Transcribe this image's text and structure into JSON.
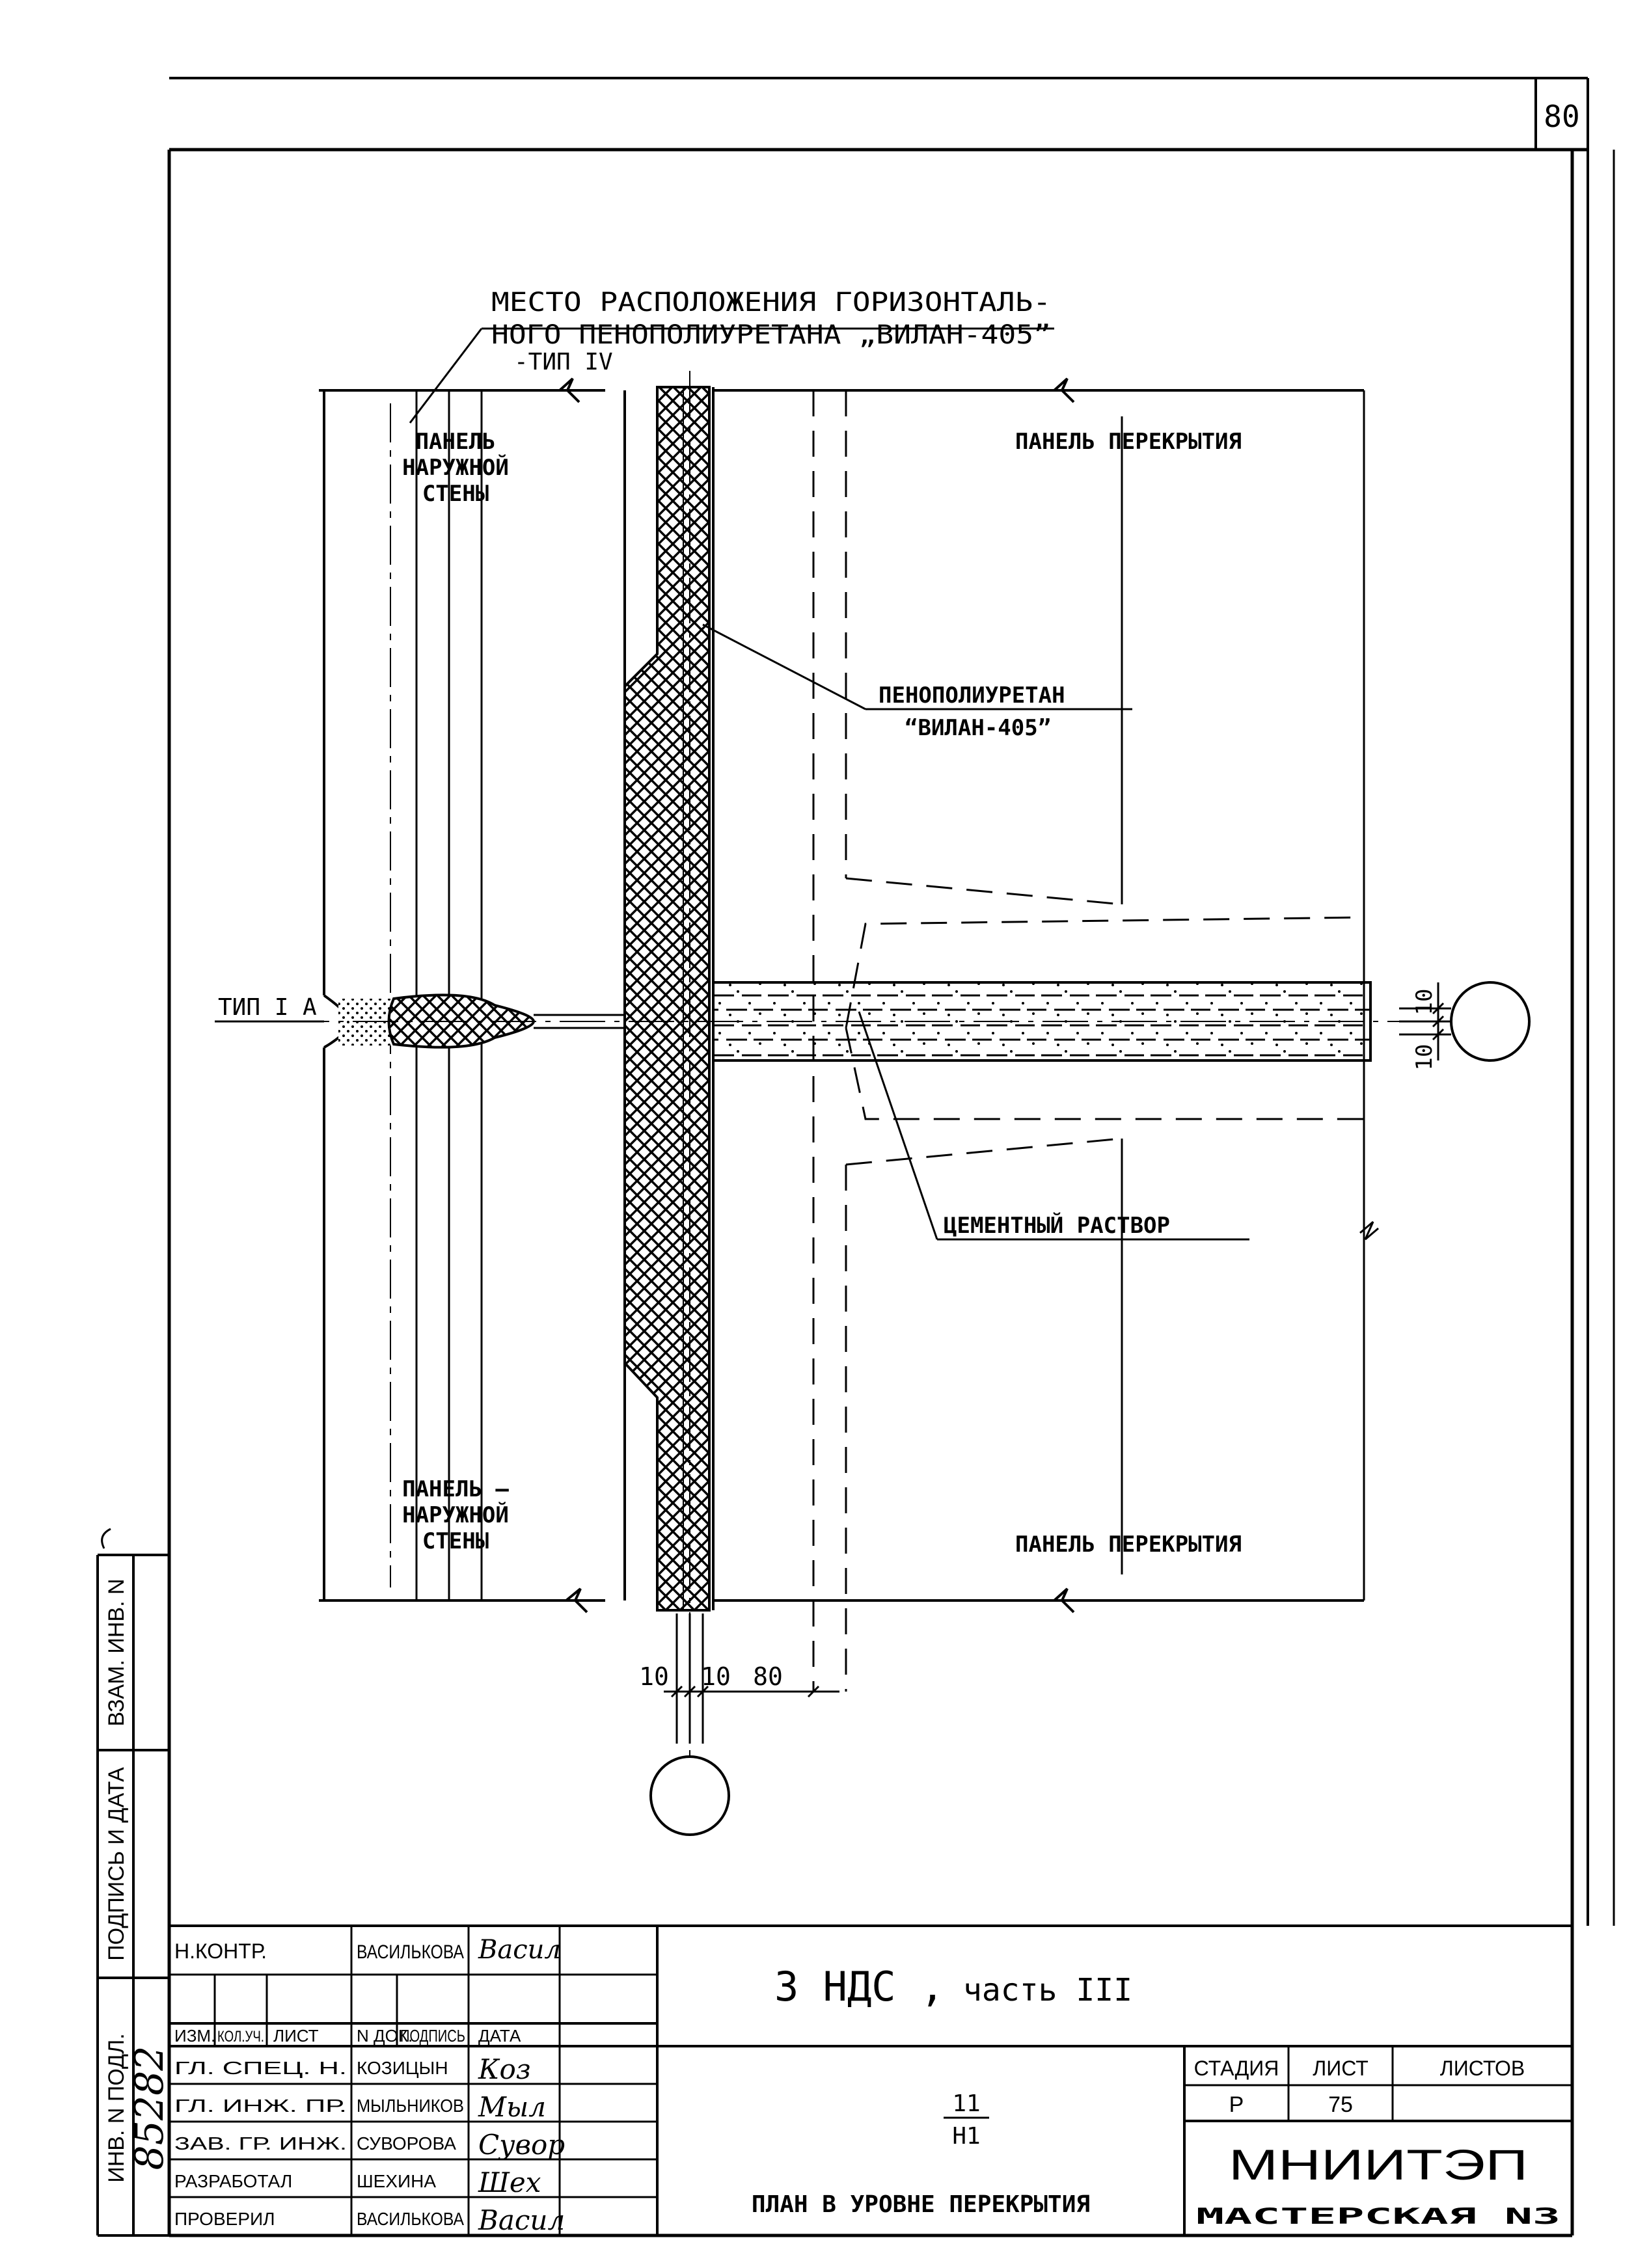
{
  "sheet": {
    "page_number": "80"
  },
  "callouts": {
    "top_line1": "МЕСТО РАСПОЛОЖЕНИЯ ГОРИЗОНТАЛЬ-",
    "top_line2": "НОГО ПЕНОПОЛИУРЕТАНА „ВИЛАН-405”",
    "top_line3": "-ТИП IV",
    "penopoliuretan_line1": "ПЕНОПОЛИУРЕТАН",
    "penopoliuretan_line2": "“ВИЛАН-405”",
    "cement": "ЦЕМЕНТНЫЙ РАСТВОР",
    "type_1a": "ТИП I А"
  },
  "labels": {
    "outer_wall_top": [
      "ПАНЕЛЬ",
      "НАРУЖНОЙ",
      "СТЕНЫ"
    ],
    "outer_wall_bottom": [
      "ПАНЕЛЬ —",
      "НАРУЖНОЙ",
      "СТЕНЫ"
    ],
    "floor_panel_top": "ПАНЕЛЬ ПЕРЕКРЫТИЯ",
    "floor_panel_bottom": "ПАНЕЛЬ ПЕРЕКРЫТИЯ"
  },
  "dimensions": {
    "bottom": [
      "10",
      "10",
      "80"
    ],
    "right": [
      "10",
      "10"
    ]
  },
  "side_stamp": {
    "inv_replace": "ВЗАМ. ИНВ. N",
    "sign_date": "ПОДПИСЬ И ДАТА",
    "inv_original": "ИНВ. N ПОДЛ.",
    "inv_number": "85282"
  },
  "title_block": {
    "norm_control_role": "Н.КОНТР.",
    "norm_control_name": "ВАСИЛЬКОВА",
    "norm_control_sign": "Васил",
    "headers": [
      "ИЗМ.",
      "КОЛ.УЧ.",
      "ЛИСТ",
      "N ДОК.",
      "ПОДПИСЬ",
      "ДАТА"
    ],
    "rows": [
      {
        "role": "ГЛ. СПЕЦ. Н.",
        "name": "КОЗИЦЫН",
        "sign": "Коз"
      },
      {
        "role": "ГЛ. ИНЖ. ПР.",
        "name": "МЫЛЬНИКОВ",
        "sign": "Мыл"
      },
      {
        "role": "ЗАВ. ГР. ИНЖ.",
        "name": "СУВОРОВА",
        "sign": "Сувор"
      },
      {
        "role": "РАЗРАБОТАЛ",
        "name": "ШЕХИНА",
        "sign": "Шех"
      },
      {
        "role": "ПРОВЕРИЛ",
        "name": "ВАСИЛЬКОВА",
        "sign": "Васил"
      }
    ],
    "project_title": "3 НДС ,",
    "project_part": "часть III",
    "node_numerator": "11",
    "node_denominator": "Н1",
    "drawing_title": "ПЛАН В УРОВНЕ ПЕРЕКРЫТИЯ",
    "stage_label": "СТАДИЯ",
    "sheet_label": "ЛИСТ",
    "sheets_label": "ЛИСТОВ",
    "stage_value": "Р",
    "sheet_value": "75",
    "sheets_value": "",
    "org_name": "МНИИТЭП",
    "org_sub": "МАСТЕРСКАЯ N3"
  }
}
